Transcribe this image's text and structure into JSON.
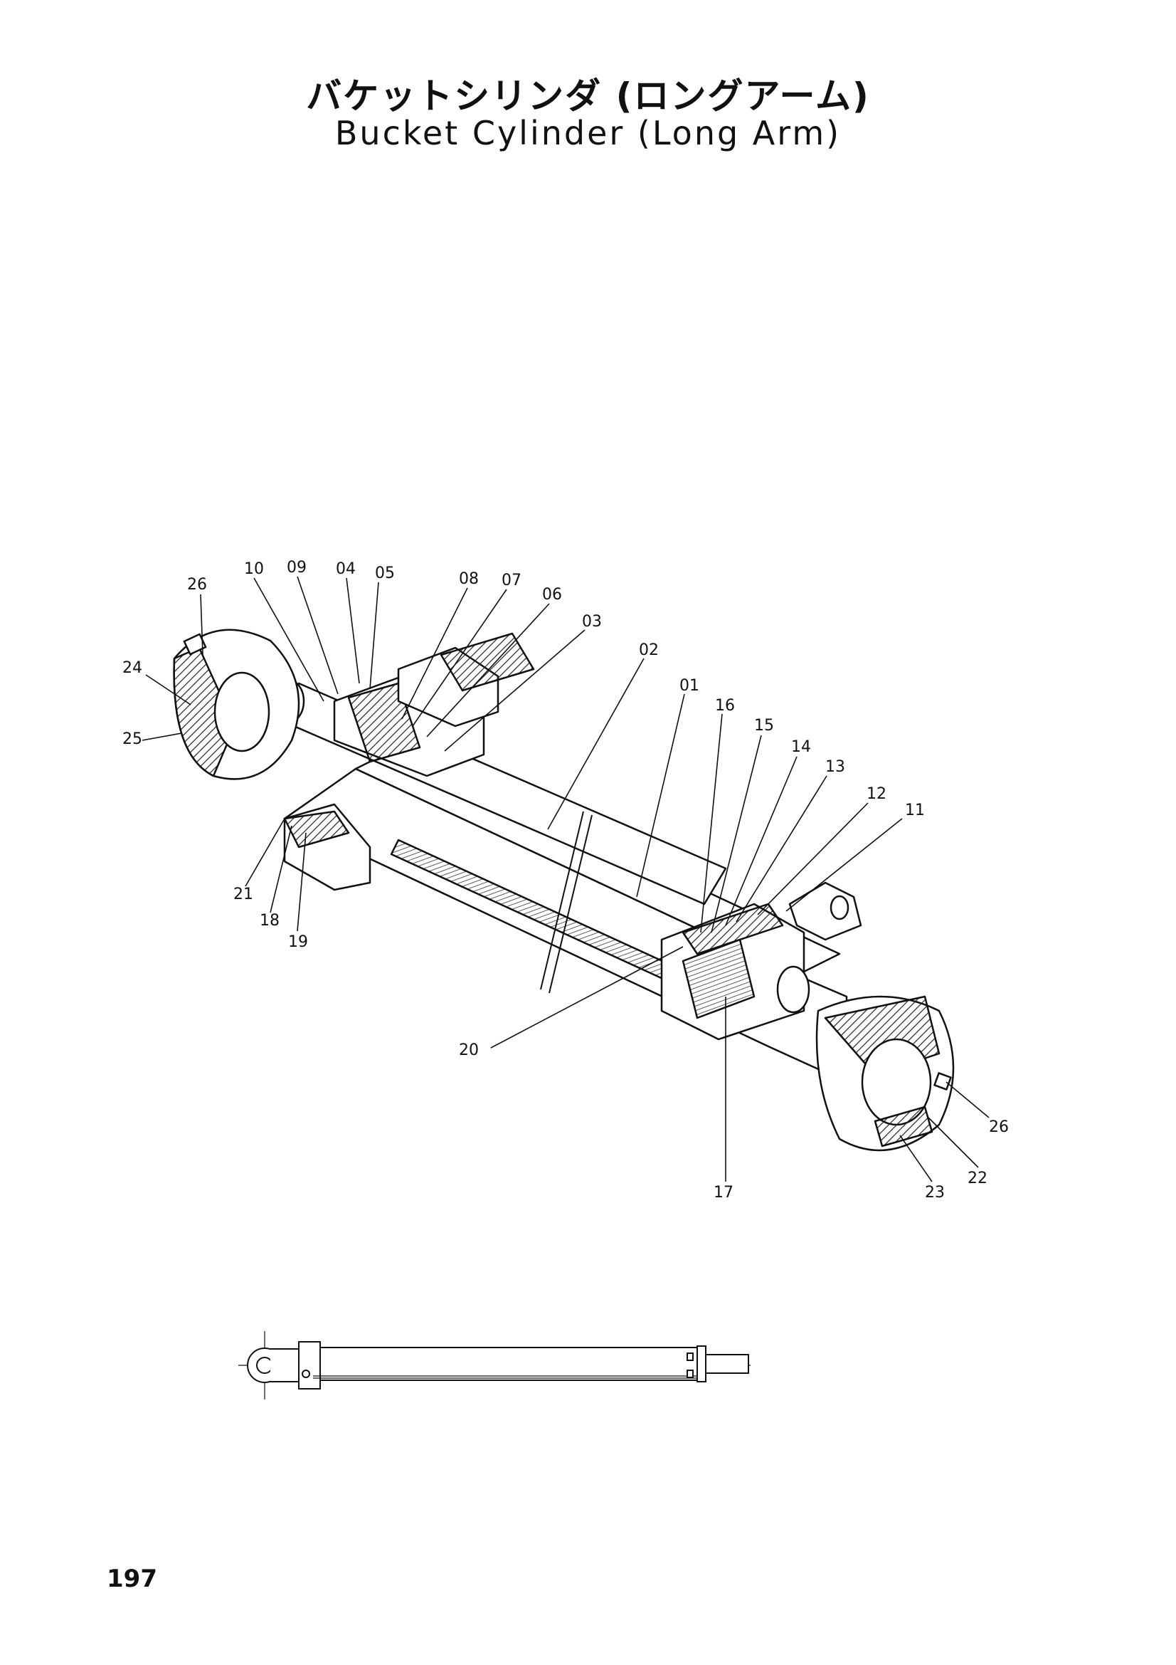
{
  "title": {
    "japanese": "バケットシリンダ (ロングアーム)",
    "english": "Bucket Cylinder  (Long Arm)"
  },
  "page_number": "197",
  "diagram": {
    "callouts": [
      {
        "id": "c26a",
        "label": "26"
      },
      {
        "id": "c24",
        "label": "24"
      },
      {
        "id": "c25",
        "label": "25"
      },
      {
        "id": "c10",
        "label": "10"
      },
      {
        "id": "c09",
        "label": "09"
      },
      {
        "id": "c04",
        "label": "04"
      },
      {
        "id": "c05",
        "label": "05"
      },
      {
        "id": "c08",
        "label": "08"
      },
      {
        "id": "c07",
        "label": "07"
      },
      {
        "id": "c06",
        "label": "06"
      },
      {
        "id": "c03",
        "label": "03"
      },
      {
        "id": "c02",
        "label": "02"
      },
      {
        "id": "c01",
        "label": "01"
      },
      {
        "id": "c16",
        "label": "16"
      },
      {
        "id": "c15",
        "label": "15"
      },
      {
        "id": "c14",
        "label": "14"
      },
      {
        "id": "c13",
        "label": "13"
      },
      {
        "id": "c12",
        "label": "12"
      },
      {
        "id": "c11",
        "label": "11"
      },
      {
        "id": "c21",
        "label": "21"
      },
      {
        "id": "c18",
        "label": "18"
      },
      {
        "id": "c19",
        "label": "19"
      },
      {
        "id": "c20",
        "label": "20"
      },
      {
        "id": "c17",
        "label": "17"
      },
      {
        "id": "c26b",
        "label": "26"
      },
      {
        "id": "c22",
        "label": "22"
      },
      {
        "id": "c23",
        "label": "23"
      }
    ]
  }
}
